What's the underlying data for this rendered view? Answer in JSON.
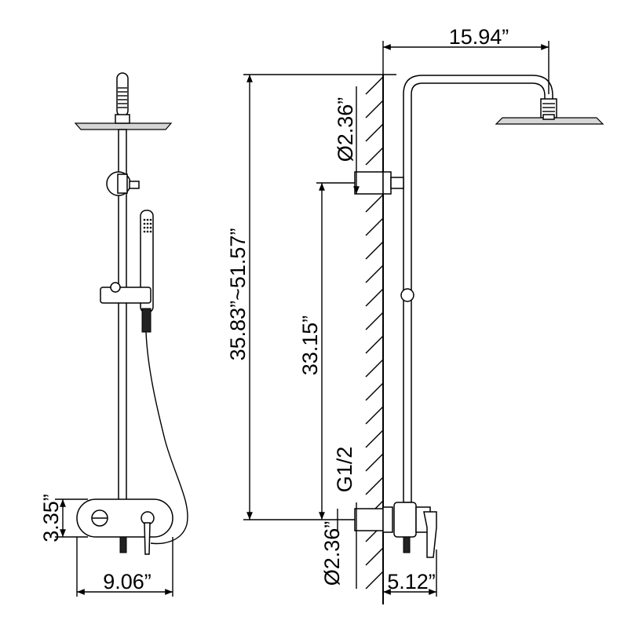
{
  "dimensions": {
    "head_reach": "15.94”",
    "upper_pipe_diameter": "Ø2.36”",
    "height_range": "35.83”~51.57”",
    "center_distance": "33.15”",
    "thread_size": "G1/2",
    "lower_pipe_diameter": "Ø2.36”",
    "valve_depth": "5.12”",
    "valve_height": "3.35”",
    "valve_width": "9.06”"
  }
}
